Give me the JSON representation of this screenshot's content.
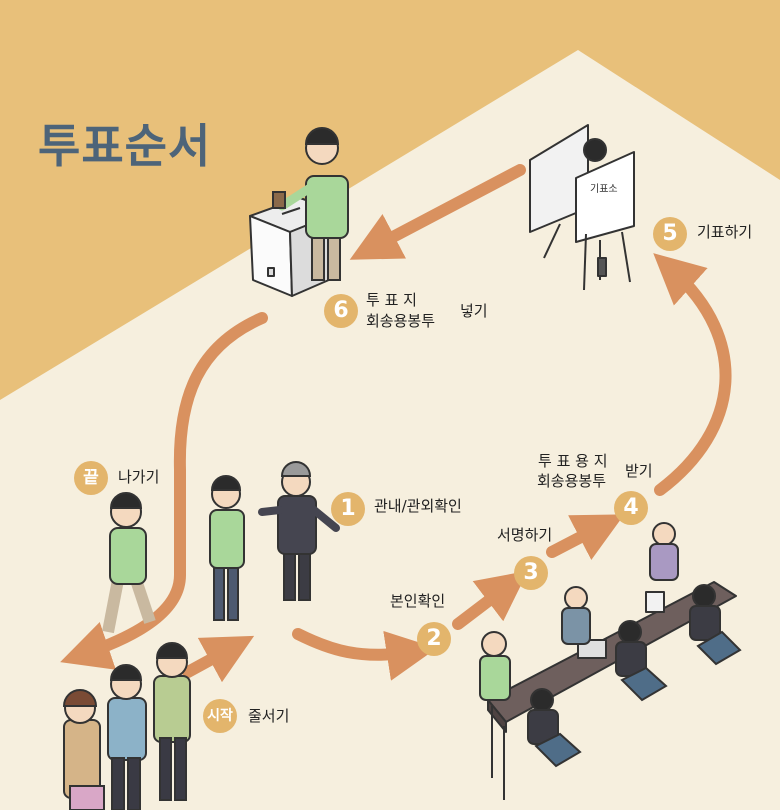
{
  "title": "투표순서",
  "steps": [
    {
      "badge": "시작",
      "label": "줄서기"
    },
    {
      "badge": "1",
      "label": "관내/관외확인"
    },
    {
      "badge": "2",
      "label": "본인확인"
    },
    {
      "badge": "3",
      "label": "서명하기"
    },
    {
      "badge": "4",
      "label_line1": "투 표 용 지",
      "label_line2": "회송용봉투",
      "label_suffix": "받기"
    },
    {
      "badge": "5",
      "label": "기표하기"
    },
    {
      "badge": "6",
      "label_line1": "투  표  지",
      "label_line2": "회송용봉투",
      "label_suffix": "넣기"
    },
    {
      "badge": "끝",
      "label": "나가기"
    }
  ],
  "booth_sign": "기표소",
  "colors": {
    "background_top": "#e8c07a",
    "background_floor": "#f6efde",
    "arrow": "#d9915f",
    "badge": "#e3b56c",
    "title": "#4d6479"
  }
}
